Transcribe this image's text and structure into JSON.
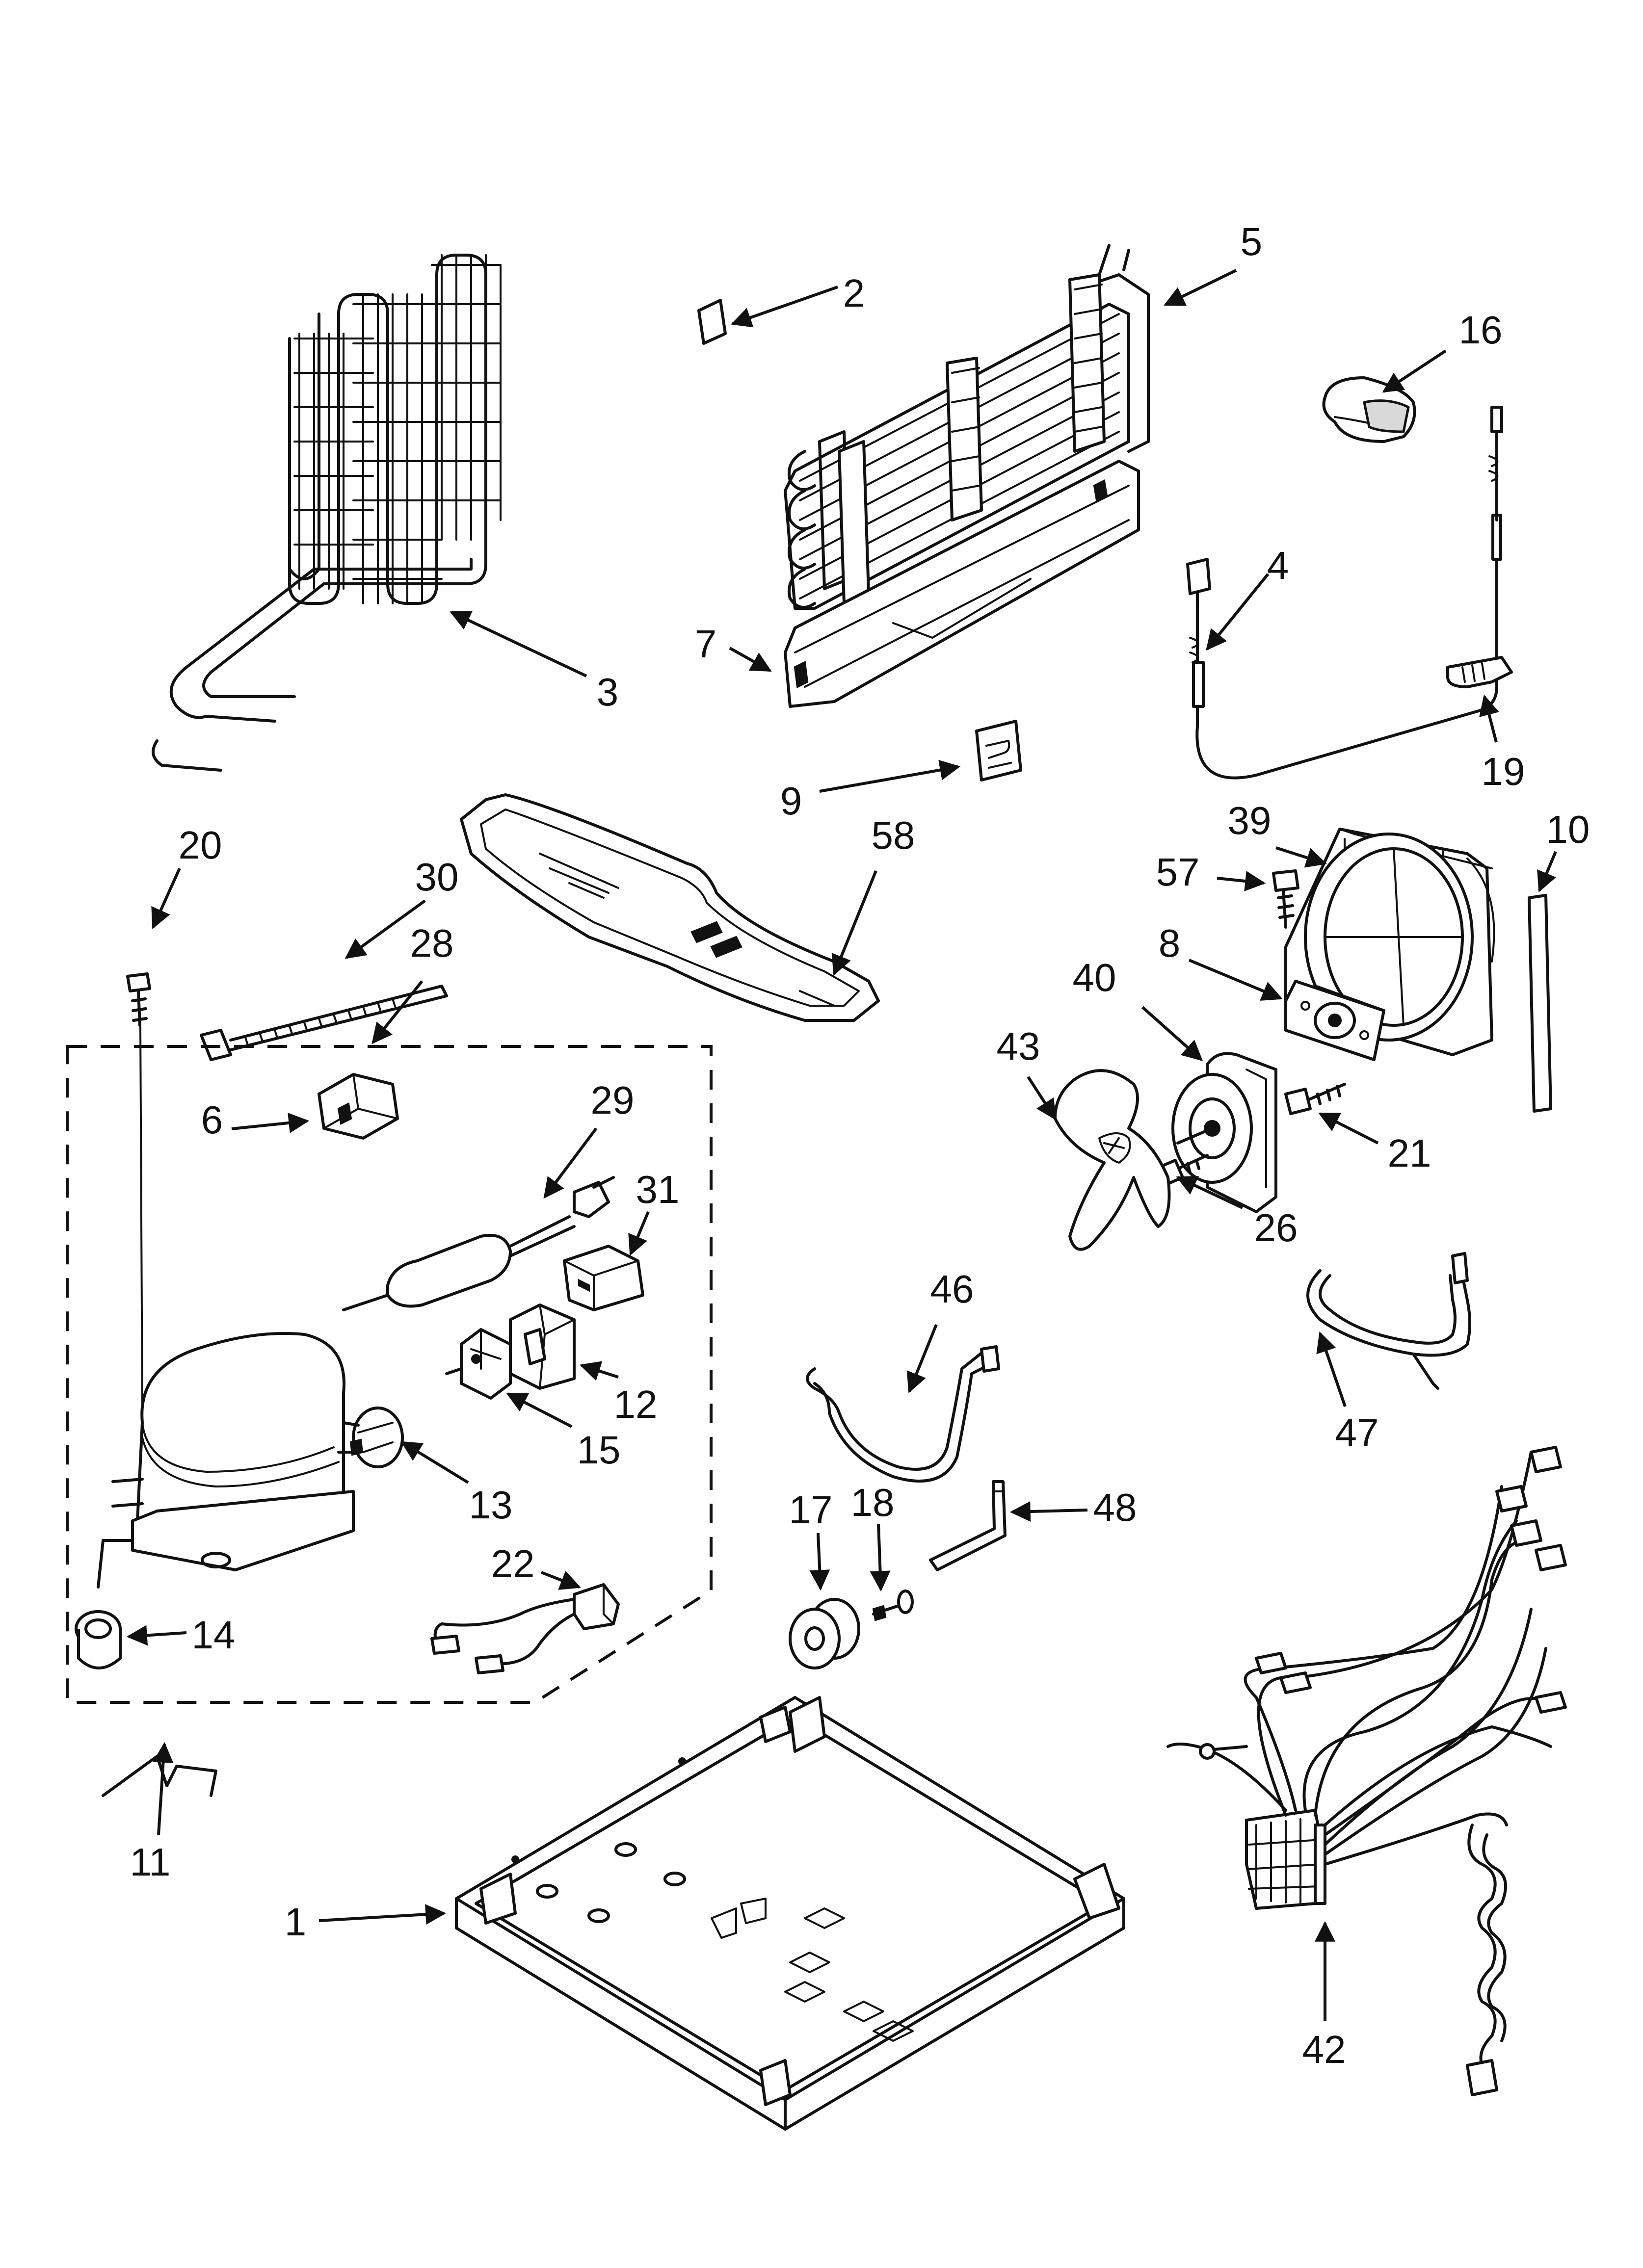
{
  "diagram": {
    "callouts": [
      {
        "id": "1",
        "label": "1"
      },
      {
        "id": "2",
        "label": "2"
      },
      {
        "id": "3",
        "label": "3"
      },
      {
        "id": "4",
        "label": "4"
      },
      {
        "id": "5",
        "label": "5"
      },
      {
        "id": "6",
        "label": "6"
      },
      {
        "id": "7",
        "label": "7"
      },
      {
        "id": "8",
        "label": "8"
      },
      {
        "id": "9",
        "label": "9"
      },
      {
        "id": "10",
        "label": "10"
      },
      {
        "id": "11",
        "label": "11"
      },
      {
        "id": "12",
        "label": "12"
      },
      {
        "id": "13",
        "label": "13"
      },
      {
        "id": "14",
        "label": "14"
      },
      {
        "id": "15",
        "label": "15"
      },
      {
        "id": "16",
        "label": "16"
      },
      {
        "id": "17",
        "label": "17"
      },
      {
        "id": "18",
        "label": "18"
      },
      {
        "id": "19",
        "label": "19"
      },
      {
        "id": "20",
        "label": "20"
      },
      {
        "id": "21",
        "label": "21"
      },
      {
        "id": "22",
        "label": "22"
      },
      {
        "id": "26",
        "label": "26"
      },
      {
        "id": "28",
        "label": "28"
      },
      {
        "id": "29",
        "label": "29"
      },
      {
        "id": "30",
        "label": "30"
      },
      {
        "id": "31",
        "label": "31"
      },
      {
        "id": "39",
        "label": "39"
      },
      {
        "id": "40",
        "label": "40"
      },
      {
        "id": "42",
        "label": "42"
      },
      {
        "id": "43",
        "label": "43"
      },
      {
        "id": "46",
        "label": "46"
      },
      {
        "id": "47",
        "label": "47"
      },
      {
        "id": "48",
        "label": "48"
      },
      {
        "id": "57",
        "label": "57"
      },
      {
        "id": "58",
        "label": "58"
      }
    ]
  }
}
